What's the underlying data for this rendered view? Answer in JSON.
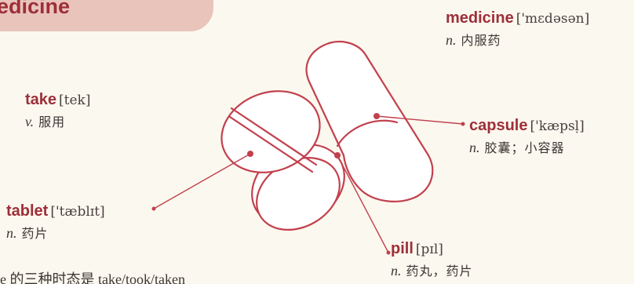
{
  "header": {
    "title": "edicine"
  },
  "entries": {
    "medicine": {
      "word": "medicine",
      "ipa": "['mɛdəsən]",
      "pos": "n.",
      "def": "内服药"
    },
    "take": {
      "word": "take",
      "ipa": "[tek]",
      "pos": "v.",
      "def": "服用"
    },
    "capsule": {
      "word": "capsule",
      "ipa": "['kæpsḷ]",
      "pos": "n.",
      "def": "胶囊；小容器"
    },
    "tablet": {
      "word": "tablet",
      "ipa": "['tæblɪt]",
      "pos": "n.",
      "def": "药片"
    },
    "pill": {
      "word": "pill",
      "ipa": "[pɪl]",
      "pos": "n.",
      "def": "药丸，药片"
    }
  },
  "footer": {
    "note": "e 的三种时态是 take/took/taken"
  },
  "colors": {
    "accent": "#9d2f39",
    "banner": "#e9c4bb",
    "background": "#fbf8ef",
    "text": "#3a3130"
  },
  "illustration": {
    "subject": "capsule-and-pills-illustration"
  }
}
